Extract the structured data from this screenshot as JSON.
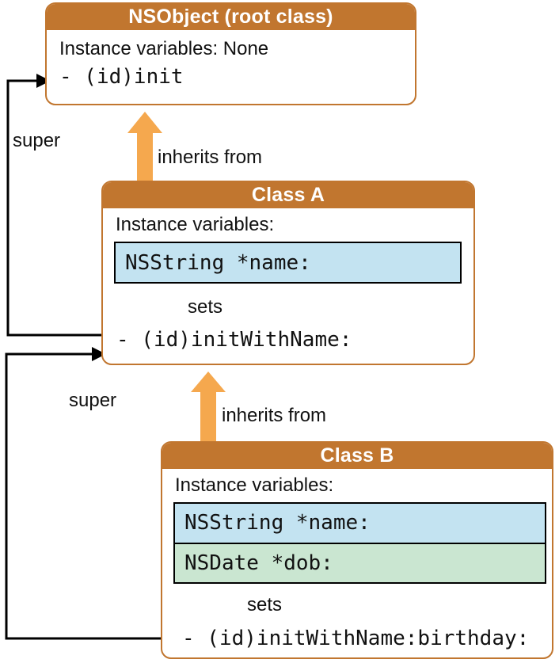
{
  "colors": {
    "header_fill": "#C1762F",
    "box_border": "#C1762F",
    "inherit_arrow": "#F5A84E",
    "ivar_blue": "#C3E3F1",
    "ivar_green": "#CAE6D1",
    "text_color": "#111111"
  },
  "boxes": {
    "nsobject": {
      "title": "NSObject (root class)",
      "instance_variables": "Instance variables: None",
      "method": "- (id)init"
    },
    "class_a": {
      "title": "Class A",
      "instance_variables": "Instance variables:",
      "ivar_1": "NSString *name:",
      "sets_label": "sets",
      "method": "- (id)initWithName:"
    },
    "class_b": {
      "title": "Class B",
      "instance_variables": "Instance variables:",
      "ivar_1": "NSString *name:",
      "ivar_2": "NSDate *dob:",
      "sets_label": "sets",
      "method": "- (id)initWithName:birthday:"
    }
  },
  "connectors": {
    "super_top_label": "super",
    "super_bottom_label": "super",
    "inherits_top_label": "inherits from",
    "inherits_bottom_label": "inherits from"
  }
}
